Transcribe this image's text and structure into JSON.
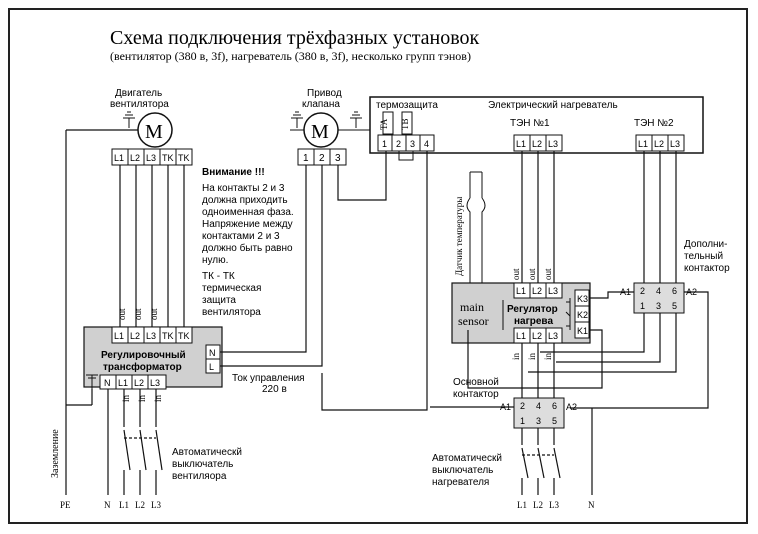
{
  "title": "Схема подключения трёхфазных установок",
  "subtitle": "(вентилятор (380 в, 3f), нагреватель (380 в, 3f), несколько групп тэнов)",
  "fan_motor": {
    "label_line1": "Двигатель",
    "label_line2": "вентилятора",
    "symbol": "M",
    "terminals": [
      "L1",
      "L2",
      "L3",
      "TK",
      "TK"
    ]
  },
  "valve": {
    "label_line1": "Привод",
    "label_line2": "клапана",
    "symbol": "M",
    "terminals": [
      "1",
      "2",
      "3"
    ]
  },
  "heater": {
    "label": "Электрический нагреватель",
    "thermo_label": "термозащита",
    "thermo_terminals": [
      "1",
      "2",
      "3",
      "4"
    ],
    "ta": "TA",
    "tv": "TB",
    "ten1_label": "ТЭН №1",
    "ten1_terminals": [
      "L1",
      "L2",
      "L3"
    ],
    "ten2_label": "ТЭН №2",
    "ten2_terminals": [
      "L1",
      "L2",
      "L3"
    ]
  },
  "notes": {
    "heading": "Внимание !!!",
    "lines": [
      "На контакты 2 и 3",
      "должна приходить",
      "одноименная фаза.",
      "Напряжение между",
      "контактами 2 и 3",
      "должно быть равно",
      "нулю."
    ],
    "tk_lines": [
      "ТК - ТК",
      "термическая",
      "защита",
      "вентилятора"
    ]
  },
  "transformer": {
    "label_line1": "Регулировочный",
    "label_line2": "трансформатор",
    "out_terminals": [
      "L1",
      "L2",
      "L3",
      "TK",
      "TK"
    ],
    "out_label": "out",
    "side_terminals": [
      "N",
      "L"
    ],
    "in_terminals": [
      "N",
      "L1",
      "L2",
      "L3"
    ],
    "in_label": "in"
  },
  "control_current": {
    "line1": "Ток управления",
    "line2": "220 в"
  },
  "sensor": {
    "label": "Датчик температуры",
    "main_label_line1": "main",
    "main_label_line2": "sensor"
  },
  "regulator": {
    "label_line1": "Регулятор",
    "label_line2": "нагрева",
    "top_terminals": [
      "L1",
      "L2",
      "L3"
    ],
    "bottom_terminals": [
      "L1",
      "L2",
      "L3"
    ],
    "k_terminals": [
      "K3",
      "K2",
      "K1"
    ],
    "out_label": "out",
    "in_label": "in"
  },
  "extra_contactor": {
    "label_line1": "Дополни-",
    "label_line2": "тельный",
    "label_line3": "контактор",
    "a1": "A1",
    "a2": "A2",
    "top": [
      "2",
      "4",
      "6"
    ],
    "bottom": [
      "1",
      "3",
      "5"
    ]
  },
  "main_contactor": {
    "label_line1": "Основной",
    "label_line2": "контактор",
    "a1": "A1",
    "a2": "A2",
    "top": [
      "2",
      "4",
      "6"
    ],
    "bottom": [
      "1",
      "3",
      "5"
    ]
  },
  "fan_breaker": {
    "line1": "Автоматическй",
    "line2": "выключатель",
    "line3": "вентиляора",
    "bottom_labels": [
      "PE",
      "N",
      "L1",
      "L2",
      "L3"
    ]
  },
  "heater_breaker": {
    "line1": "Автоматическй",
    "line2": "выключатель",
    "line3": "нагревателя",
    "bottom_labels": [
      "L1",
      "L2",
      "L3",
      "N"
    ]
  },
  "ground_label": "Заземление"
}
